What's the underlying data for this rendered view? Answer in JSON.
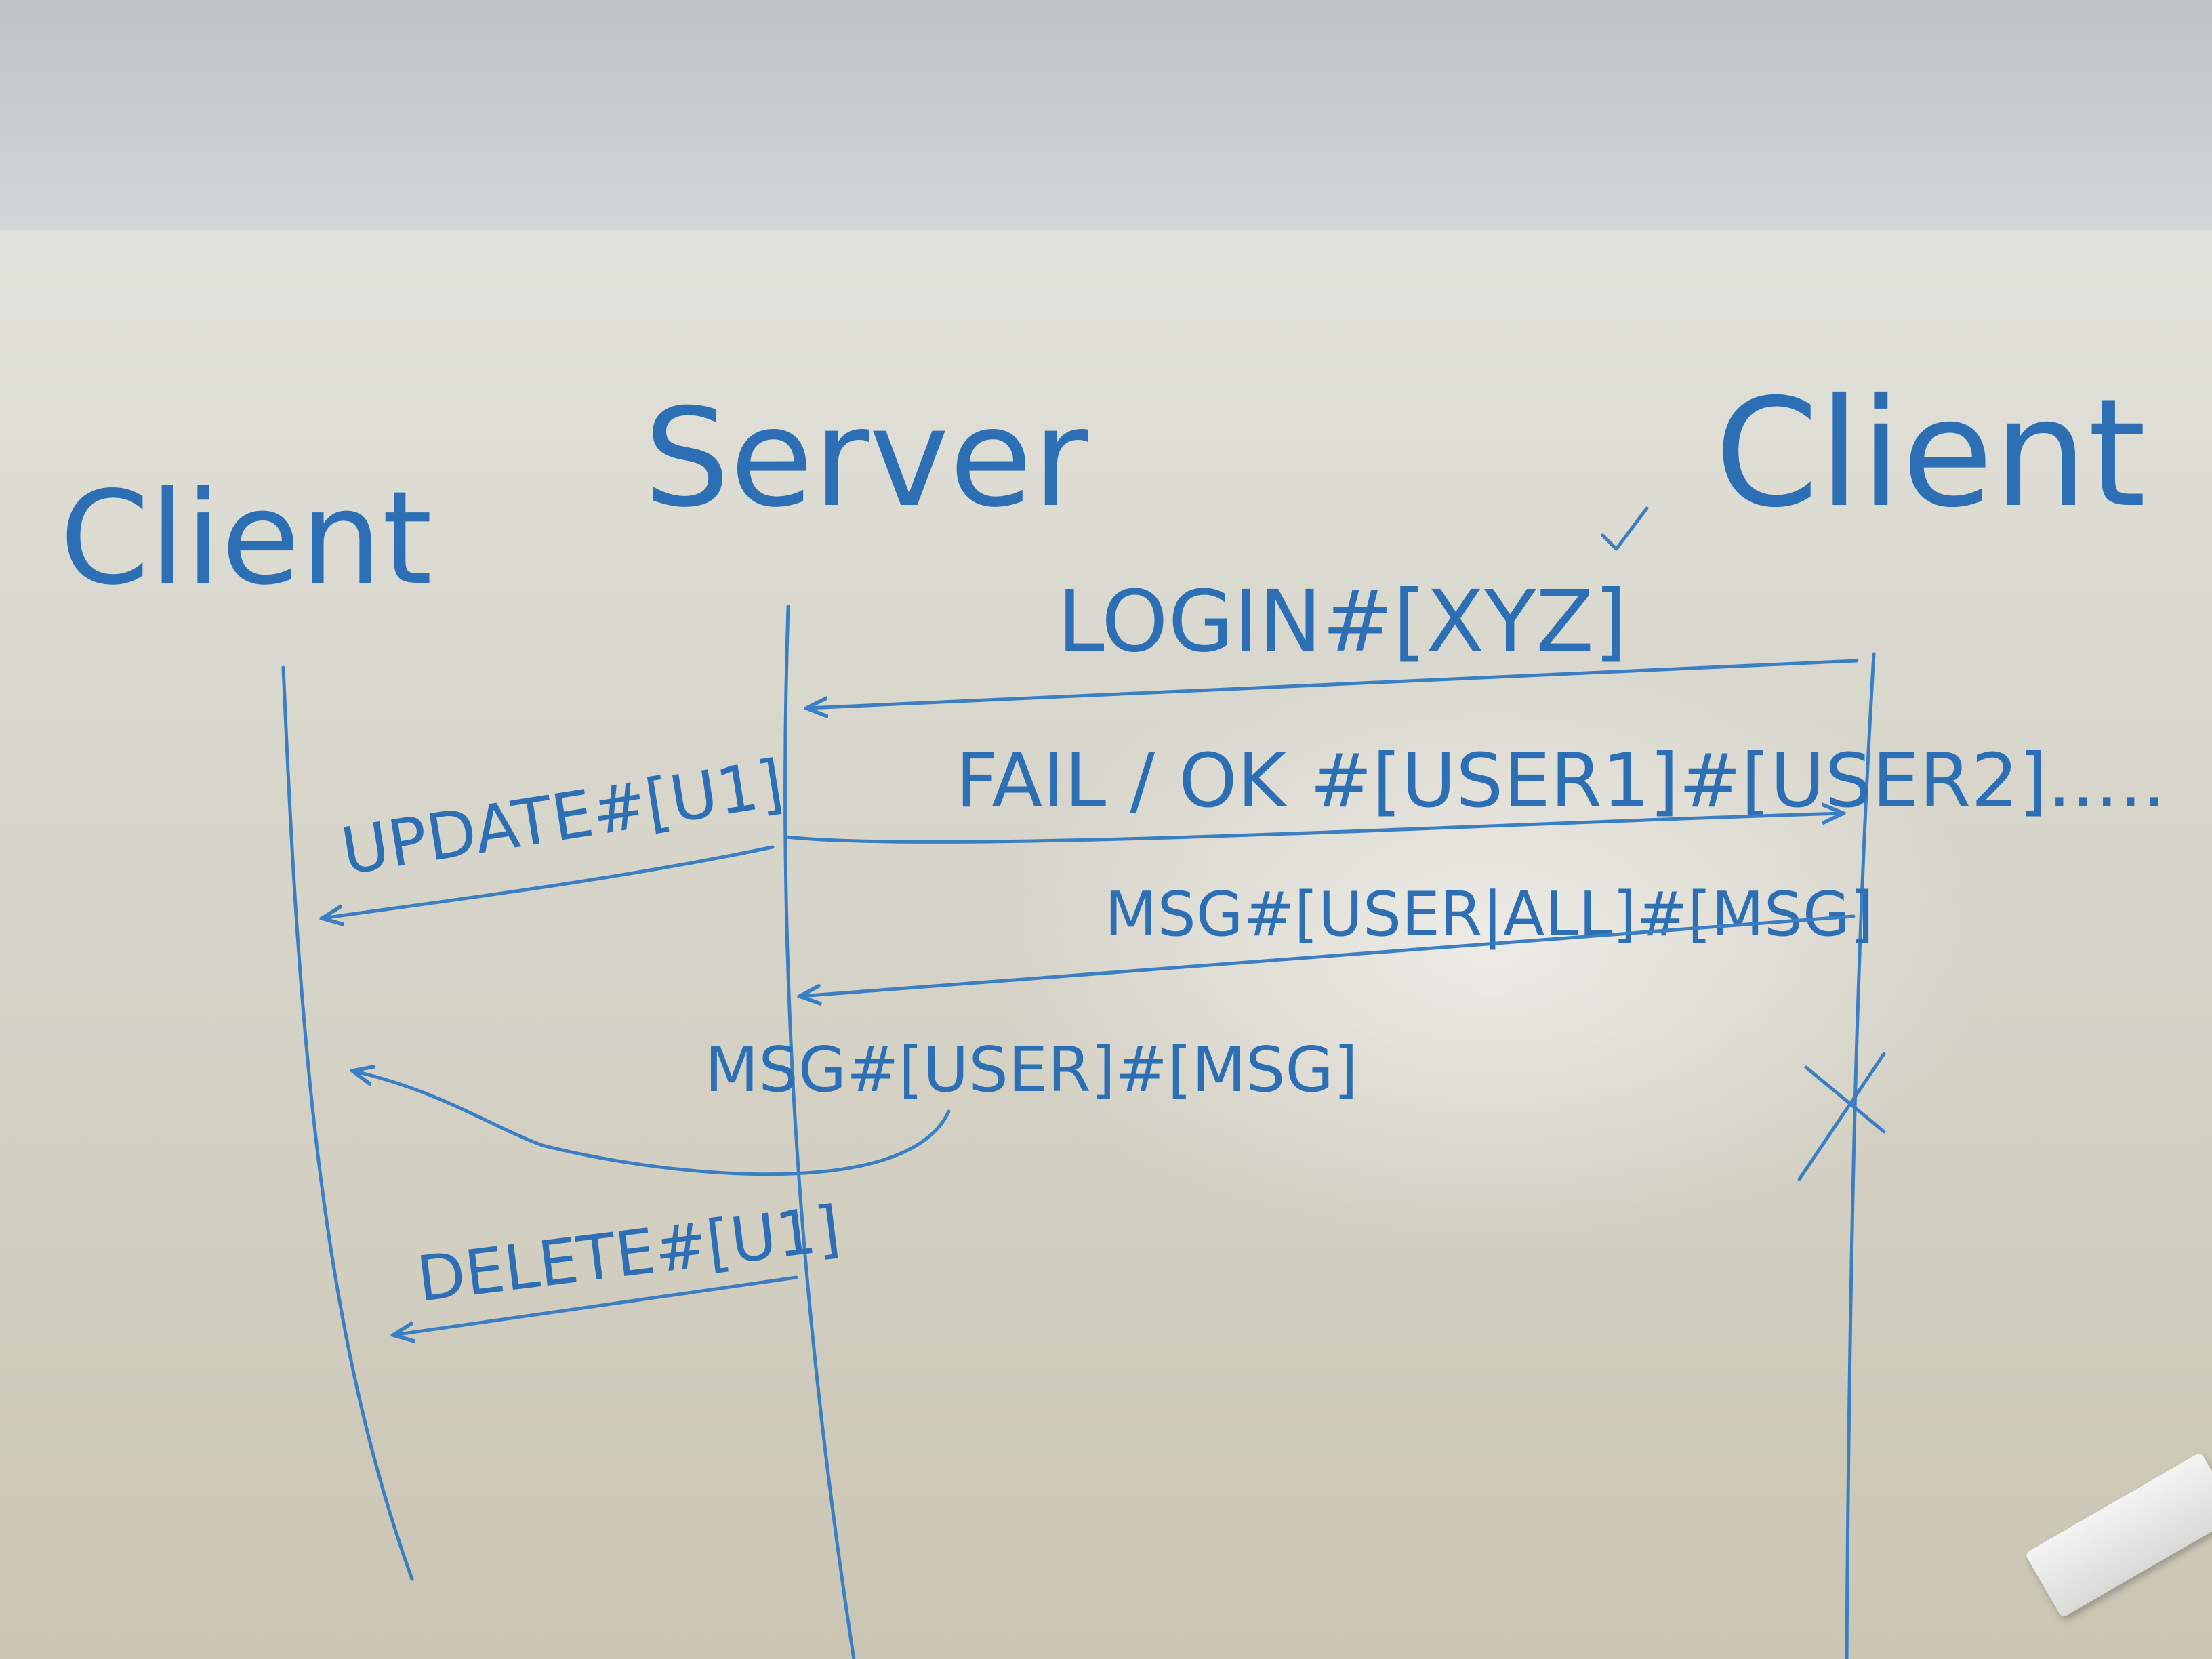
{
  "participants": {
    "client_left": "Client",
    "server": "Server",
    "client_right": "Client"
  },
  "messages": {
    "login": "LOGIN#[XYZ]",
    "fail_ok": "FAIL / OK #[USER1]#[USER2].....",
    "msg_all": "MSG#[USER|ALL]#[MSG]",
    "update": "UPDATE#[U1]",
    "msg_user": "MSG#[USER]#[MSG]",
    "delete": "DELETE#[U1]"
  },
  "colors": {
    "ink": "#3a7fc4",
    "board": "#dad9cf"
  }
}
